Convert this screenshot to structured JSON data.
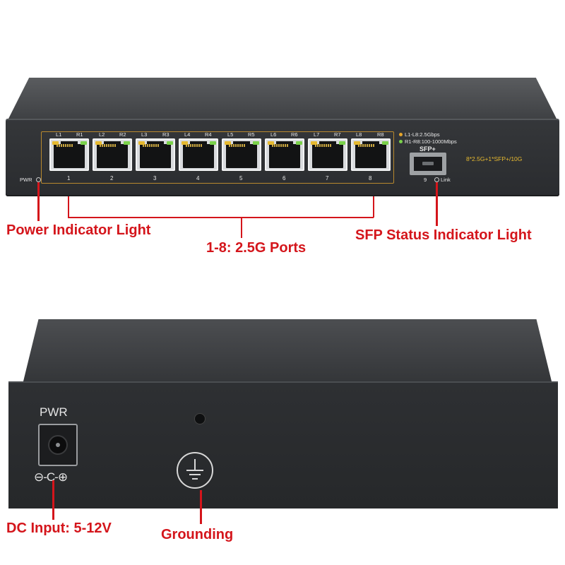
{
  "front": {
    "port_top_labels": [
      "L1",
      "R1",
      "L2",
      "R2",
      "L3",
      "R3",
      "L4",
      "R4",
      "L5",
      "R5",
      "L6",
      "R6",
      "L7",
      "R7",
      "L8",
      "R8"
    ],
    "port_numbers": [
      "1",
      "2",
      "3",
      "4",
      "5",
      "6",
      "7",
      "8"
    ],
    "pwr_label": "PWR",
    "legend": [
      "L1-L8:2.5Gbps",
      "R1-R8:100-1000Mbps"
    ],
    "sfp_label": "SFP+",
    "sfp_port_number": "9",
    "link_label": "Link",
    "model": "8*2.5G+1*SFP+/10G",
    "colors": {
      "led_green": "#7ad14a",
      "led_yellow": "#e6b930",
      "frame_gold": "#b8892e"
    }
  },
  "annotations": {
    "power_indicator": "Power Indicator Light",
    "ports": "1-8: 2.5G Ports",
    "sfp_status": "SFP Status Indicator Light",
    "dc_input": "DC Input: 5-12V",
    "grounding": "Grounding",
    "color": "#d4151b"
  },
  "rear": {
    "pwr_label": "PWR",
    "polarity_symbol": "⊖-C-⊕",
    "ground_icon": "earth-ground-icon"
  }
}
